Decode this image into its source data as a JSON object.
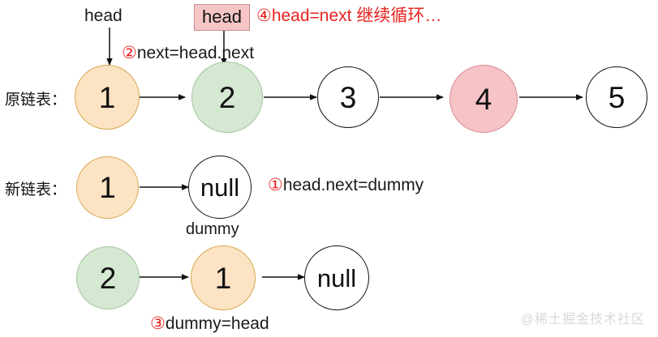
{
  "diagram": {
    "title": "linked-list reversal steps",
    "watermark": "@稀土掘金技术社区",
    "colors": {
      "orange_fill": "#fce3c4",
      "orange_stroke": "#d6a64c",
      "green_fill": "#d5e8d2",
      "green_stroke": "#a2c49c",
      "pink_fill": "#f6c3c6",
      "pink_stroke": "#d98d93",
      "plain_fill": "#ffffff",
      "plain_stroke": "#111111",
      "annotation_red": "#e8221f",
      "text_black": "#1a1a1a",
      "watermark_gray": "#d8d8d8",
      "head_box_fill": "#f6c6c6",
      "head_box_stroke": "#c98b8b"
    },
    "labels": {
      "original_list": "原链表：",
      "new_list": "新链表：",
      "head_plain": "head",
      "head_boxed": "head",
      "dummy": "dummy"
    },
    "annotations": [
      {
        "marker": "②",
        "text": "next=head.next",
        "color": "mixed"
      },
      {
        "marker": "④",
        "text": "head=next  继续循环…",
        "color": "red"
      },
      {
        "marker": "①",
        "text": "head.next=dummy",
        "color": "mixed"
      },
      {
        "marker": "③",
        "text": "dummy=head",
        "color": "mixed"
      }
    ],
    "rows": [
      {
        "name": "original-list",
        "label": "原链表：",
        "nodes": [
          {
            "value": "1",
            "style": "orange"
          },
          {
            "value": "2",
            "style": "green"
          },
          {
            "value": "3",
            "style": "plain"
          },
          {
            "value": "4",
            "style": "pink"
          },
          {
            "value": "5",
            "style": "plain"
          }
        ]
      },
      {
        "name": "new-list-step1",
        "label": "新链表：",
        "nodes": [
          {
            "value": "1",
            "style": "orange"
          },
          {
            "value": "null",
            "style": "plain"
          }
        ]
      },
      {
        "name": "new-list-step2",
        "label": "",
        "nodes": [
          {
            "value": "2",
            "style": "green"
          },
          {
            "value": "1",
            "style": "orange"
          },
          {
            "value": "null",
            "style": "plain"
          }
        ]
      }
    ]
  }
}
